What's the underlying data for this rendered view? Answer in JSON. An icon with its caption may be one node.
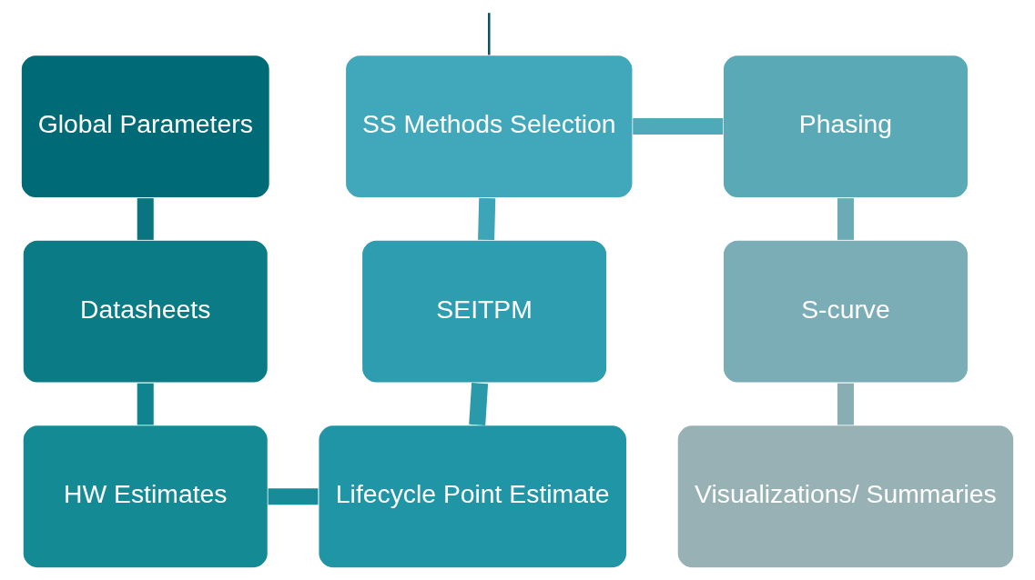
{
  "diagram": {
    "nodes": [
      {
        "text": [
          "Global Parameters"
        ]
      },
      {
        "text": [
          "SS Methods Selection"
        ]
      },
      {
        "text": [
          "Phasing"
        ]
      },
      {
        "text": [
          "Datasheets"
        ]
      },
      {
        "text": [
          "SEITPM"
        ]
      },
      {
        "text": [
          "S-curve"
        ]
      },
      {
        "text": [
          "HW Estimates"
        ]
      },
      {
        "text": [
          "Lifecycle Point Estimate"
        ]
      },
      {
        "text": [
          "Visualizations/ Summaries"
        ]
      }
    ],
    "edges": [
      {
        "from": 0,
        "to": 3,
        "arrow": "none",
        "color": "#0a7580"
      },
      {
        "from": 3,
        "to": 6,
        "arrow": "none",
        "color": "#0f838e"
      },
      {
        "from": 6,
        "to": 7,
        "arrow": "none",
        "color": "#178c98"
      },
      {
        "from": 7,
        "to": 4,
        "arrow": "none",
        "color": "#2a9aaa"
      },
      {
        "from": 4,
        "to": 1,
        "arrow": "none",
        "color": "#3ca5b7"
      },
      {
        "from": 1,
        "to": 2,
        "arrow": "none",
        "color": "#4ea9b9"
      },
      {
        "from": 2,
        "to": 5,
        "arrow": "none",
        "color": "#6babb5"
      },
      {
        "from": 5,
        "to": 8,
        "arrow": "none",
        "color": "#88aeb4"
      },
      {
        "from": null,
        "to": 1,
        "arrow": "none",
        "color": "#0b5560"
      }
    ]
  }
}
